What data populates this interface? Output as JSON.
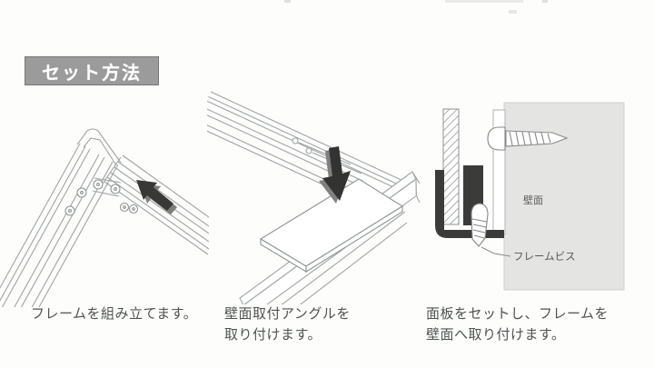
{
  "header": {
    "title": "セット方法"
  },
  "steps": [
    {
      "name": "assemble-frame",
      "caption_lines": [
        "フレームを組み立てます。"
      ]
    },
    {
      "name": "attach-wall-angle",
      "caption_lines": [
        "壁面取付アングルを",
        "取り付けます。"
      ]
    },
    {
      "name": "mount-frame-to-wall",
      "caption_lines": [
        "面板をセットし、フレームを",
        "壁面へ取り付けます。"
      ],
      "labels": {
        "wall": "壁面",
        "frame_screw": "フレームビス"
      }
    }
  ],
  "colors": {
    "header_bg": "#9b9b9b",
    "header_text": "#ffffff",
    "line_art": "#9fa4a4",
    "dark_parts": "#3b3b39",
    "wall_fill": "#e4e4e2",
    "caption_text": "#4e5350"
  }
}
